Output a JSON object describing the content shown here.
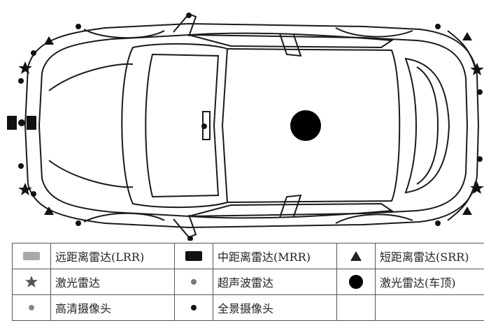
{
  "legend": {
    "rows": [
      [
        {
          "icon": "lrr-rect-icon",
          "label": "远距离雷达(LRR)"
        },
        {
          "icon": "mrr-rect-icon",
          "label": "中距离雷达(MRR)"
        },
        {
          "icon": "srr-triangle-icon",
          "label": "短距离雷达(SRR)"
        }
      ],
      [
        {
          "icon": "lidar-star-icon",
          "label": "激光雷达"
        },
        {
          "icon": "ultrasonic-dot-icon",
          "label": "超声波雷达"
        },
        {
          "icon": "roof-lidar-circle-icon",
          "label": "激光雷达(车顶)"
        }
      ],
      [
        {
          "icon": "hd-camera-dot-icon",
          "label": "高清摄像头"
        },
        {
          "icon": "surround-camera-dot-icon",
          "label": "全景摄像头"
        },
        {
          "icon": "",
          "label": ""
        }
      ]
    ]
  },
  "colors": {
    "line": "#1a1a1a",
    "lrr": "#a8a8a8",
    "mrr": "#111111",
    "srr": "#222222",
    "roof_lidar": "#000000"
  }
}
